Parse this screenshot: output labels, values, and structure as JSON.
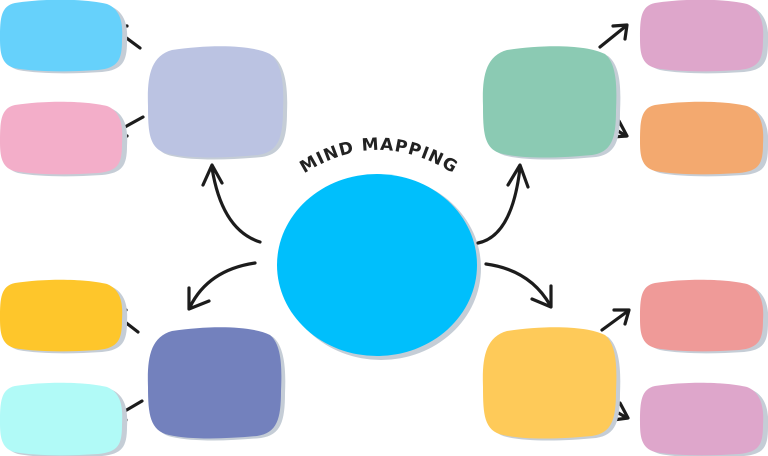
{
  "title": "MIND MAPPING",
  "colors": {
    "shadow": "#C5CDD6",
    "arrow": "#1C1C1C",
    "title": "#222222"
  },
  "center_node": {
    "label": "",
    "color": "#00BFFC"
  },
  "branches": [
    {
      "position": "top-left",
      "subtopic": {
        "label": "",
        "color": "#BBC3E2"
      },
      "leaves": [
        {
          "label": "",
          "color": "#66D1FB"
        },
        {
          "label": "",
          "color": "#F3AEC9"
        }
      ]
    },
    {
      "position": "top-right",
      "subtopic": {
        "label": "",
        "color": "#8BCAB3"
      },
      "leaves": [
        {
          "label": "",
          "color": "#DEA6CB"
        },
        {
          "label": "",
          "color": "#F3A96F"
        }
      ]
    },
    {
      "position": "bottom-left",
      "subtopic": {
        "label": "",
        "color": "#7381BD"
      },
      "leaves": [
        {
          "label": "",
          "color": "#FEC62B"
        },
        {
          "label": "",
          "color": "#B1FAF7"
        }
      ]
    },
    {
      "position": "bottom-right",
      "subtopic": {
        "label": "",
        "color": "#FECA59"
      },
      "leaves": [
        {
          "label": "",
          "color": "#EF9A98"
        },
        {
          "label": "",
          "color": "#DEA6CB"
        }
      ]
    }
  ]
}
